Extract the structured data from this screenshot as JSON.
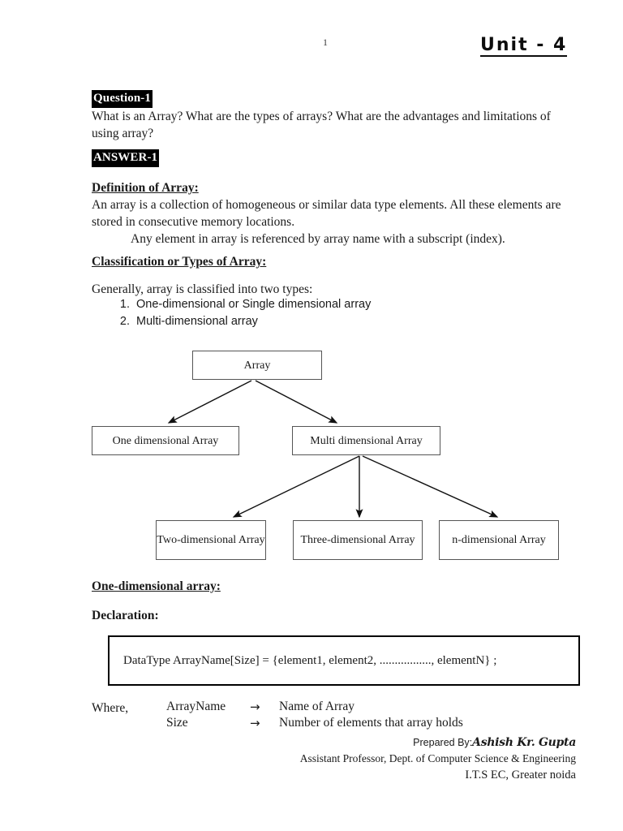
{
  "header": {
    "page_number": "1",
    "unit_title": "Unit - 4"
  },
  "question": {
    "badge": "Question-1",
    "text": "What is an Array? What are the types of arrays? What are the advantages and limitations of using array?"
  },
  "answer": {
    "badge": "ANSWER-1",
    "definition_heading": "Definition of Array:",
    "definition_text": "An array is a collection of homogeneous or similar data type elements. All these elements are stored in consecutive memory locations.",
    "definition_note": "Any element in array is referenced by array name with a subscript (index).",
    "classification_heading": "Classification or Types of Array:",
    "classification_intro": "Generally, array is classified into two types:",
    "classification_items": [
      "One-dimensional or Single dimensional array",
      "Multi-dimensional array"
    ]
  },
  "diagram": {
    "nodes": {
      "root": "Array",
      "one_dim": "One dimensional Array",
      "multi_dim": "Multi dimensional Array",
      "two_dim": "Two-dimensional Array",
      "three_dim": "Three-dimensional Array",
      "n_dim": "n-dimensional Array"
    }
  },
  "one_dimensional": {
    "heading": "One-dimensional array:",
    "declaration_heading": "Declaration:",
    "declaration_code": "DataType  ArrayName[Size] = {element1, element2, ................., elementN} ;"
  },
  "where": {
    "label": "Where,",
    "rows": [
      {
        "term": "ArrayName",
        "arrow": "→",
        "meaning": "Name of Array"
      },
      {
        "term": "Size",
        "arrow": "→",
        "meaning": "Number of elements that array holds"
      }
    ]
  },
  "footer": {
    "prepared_by_label": "Prepared By:",
    "author_name": "Ashish Kr. Gupta",
    "designation": "Assistant Professor, Dept. of Computer Science & Engineering",
    "institution": "I.T.S EC, Greater noida"
  }
}
